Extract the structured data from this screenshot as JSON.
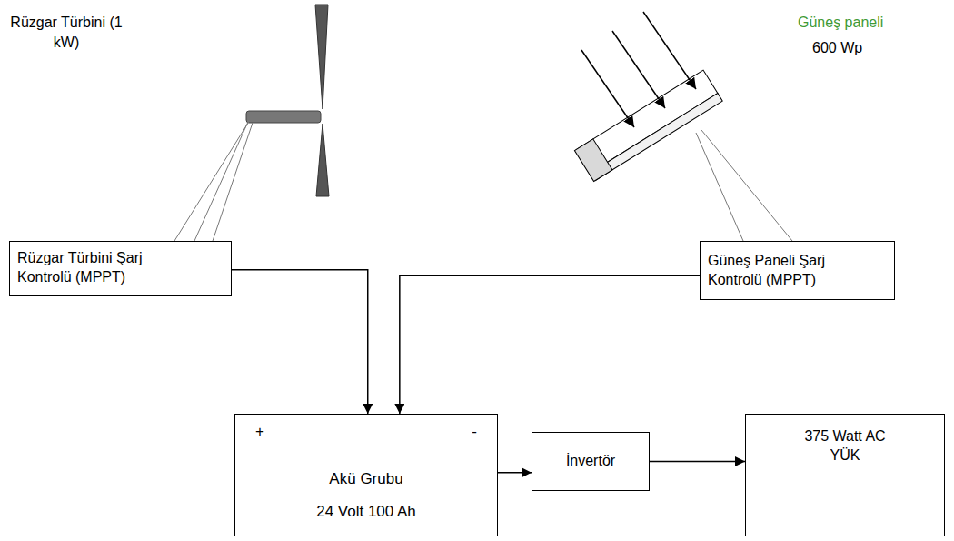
{
  "diagram": {
    "nodes": [
      {
        "text": [
          "Rüzgar Türbini Şarj Kontrolü (MPPT)"
        ]
      },
      {
        "text": [
          "Güneş Paneli Şarj Kontrolü (MPPT)"
        ]
      },
      {
        "text": [
          "+",
          "-",
          "Akü Grubu",
          "24 Volt 100 Ah"
        ]
      },
      {
        "text": [
          "İnvertör"
        ]
      },
      {
        "text": [
          "375 Watt AC YÜK"
        ]
      }
    ],
    "edges": [
      {
        "from": 0,
        "to": 2,
        "arrow": "to"
      },
      {
        "from": 1,
        "to": 2,
        "arrow": "to"
      },
      {
        "from": 2,
        "to": 3,
        "arrow": "to"
      },
      {
        "from": 3,
        "to": 4,
        "arrow": "to"
      }
    ],
    "labels": [
      "Rüzgar Türbini (1 kW)",
      "Güneş paneli",
      "600 Wp"
    ]
  }
}
